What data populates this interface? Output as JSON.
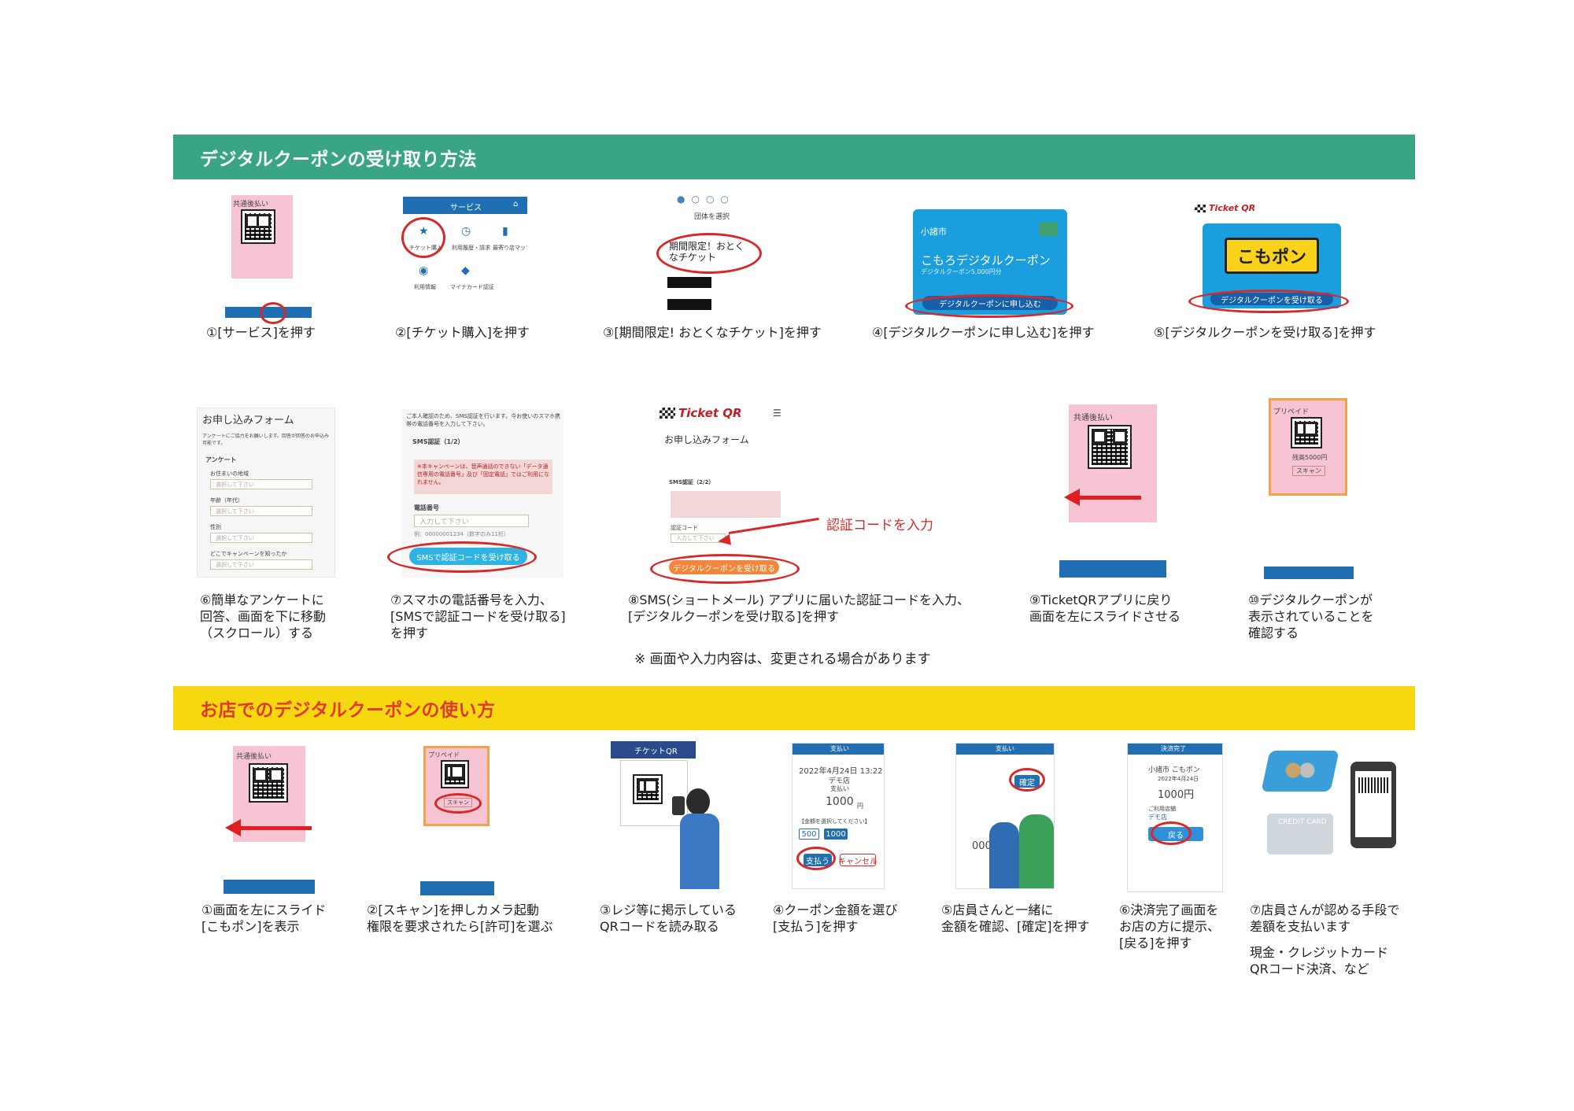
{
  "section1": {
    "title": "デジタルクーポンの受け取り方法",
    "steps": [
      {
        "caption": "①[サービス]を押す"
      },
      {
        "caption": "②[チケット購入]を押す"
      },
      {
        "caption": "③[期間限定! おとくなチケット]を押す"
      },
      {
        "caption": "④[デジタルクーポンに申し込む]を押す"
      },
      {
        "caption": "⑤[デジタルクーポンを受け取る]を押す"
      },
      {
        "caption_lines": [
          "⑥簡単なアンケートに",
          "回答、画面を下に移動",
          "（スクロール）する"
        ]
      },
      {
        "caption_lines": [
          "⑦スマホの電話番号を入力、",
          "[SMSで認証コードを受け取る]",
          "を押す"
        ]
      },
      {
        "caption_lines": [
          "⑧SMS(ショートメール) アプリに届いた認証コードを入力、",
          "[デジタルクーポンを受け取る]を押す"
        ]
      },
      {
        "caption_lines": [
          "⑨TicketQRアプリに戻り",
          "画面を左にスライドさせる"
        ]
      },
      {
        "caption_lines": [
          "⑩デジタルクーポンが",
          "表示されていることを",
          "確認する"
        ]
      }
    ],
    "note": "※ 画面や入力内容は、変更される場合があります",
    "annotation": "認証コードを入力"
  },
  "section2": {
    "title": "お店でのデジタルクーポンの使い方",
    "steps": [
      {
        "caption_lines": [
          "①画面を左にスライド",
          "[こもポン]を表示"
        ]
      },
      {
        "caption_lines": [
          "②[スキャン]を押しカメラ起動",
          "権限を要求されたら[許可]を選ぶ"
        ]
      },
      {
        "caption_lines": [
          "③レジ等に掲示している",
          "QRコードを読み取る"
        ]
      },
      {
        "caption_lines": [
          "④クーポン金額を選び",
          "[支払う]を押す"
        ]
      },
      {
        "caption_lines": [
          "⑤店員さんと一緒に",
          "金額を確認、[確定]を押す"
        ]
      },
      {
        "caption_lines": [
          "⑥決済完了画面を",
          "お店の方に提示、",
          "[戻る]を押す"
        ]
      },
      {
        "caption_lines": [
          "⑦店員さんが認める手段で",
          "差額を支払います"
        ]
      }
    ],
    "extra_lines": [
      "現金・クレジットカード",
      "QRコード決済、など"
    ]
  },
  "screens": {
    "s1_card_label": "共通後払い",
    "s2_header": "サービス",
    "s2_items": [
      "チケット購入",
      "利用履歴・請求",
      "最寄り店マップ",
      "利用情報",
      "マイナカード認証"
    ],
    "s3_label": "団体を選択",
    "s3_ticket": "期間限定！おとくなチケット",
    "s4_city": "小諸市",
    "s4_title": "こもろデジタルクーポン",
    "s4_sub": "デジタルクーポン5,000円分",
    "s4_button": "デジタルクーポンに申し込む",
    "s5_logo": "Ticket QR",
    "s5_brand": "こもポン",
    "s5_button": "デジタルクーポンを受け取る",
    "s6_title": "お申し込みフォーム",
    "s6_intro": "アンケートにご協力をお願いします。回答が回答のお申込み可能です。",
    "s6_section": "アンケート",
    "s6_fields": [
      "お住まいの地域",
      "年齢（年代）",
      "性別",
      "どこでキャンペーンを知ったか"
    ],
    "s6_placeholder": "選択して下さい",
    "s7_intro": "ご本人確認のため、SMS認証を行います。今お使いのスマホ携帯の電話番号を入力して下さい。",
    "s7_step": "SMS認証（1/2）",
    "s7_warning": "※本キャンペーンは、音声通話のできない「データ通信専用の電話番号」及び「固定電話」ではご利用になれません。",
    "s7_label": "電話番号",
    "s7_placeholder": "入力して下さい",
    "s7_example": "例：00000001234（数字のみ11桁）",
    "s7_button": "SMSで認証コードを受け取る",
    "s8_logo": "Ticket QR",
    "s8_title": "お申し込みフォーム",
    "s8_step": "SMS認証（2/2）",
    "s8_label": "認証コード",
    "s8_placeholder": "入力して下さい",
    "s8_button": "デジタルクーポンを受け取る",
    "s10_label": "プリペイド",
    "s10_amount": "残高5000円",
    "s10_scan": "スキャン",
    "b3_header": "チケットQR",
    "b4_header": "支払い",
    "b4_date": "2022年4月24日 13:22",
    "b4_store": "デモ店",
    "b4_label": "支払い",
    "b4_amount": "1000",
    "b4_unit": "円",
    "b4_choose": "【金額を選択してください】",
    "b4_opts": [
      "500",
      "1000"
    ],
    "b4_pay": "支払う",
    "b4_cancel": "キャンセル",
    "b5_confirm": "確定",
    "b6_header": "決済完了",
    "b6_store": "小諸市 こもポン",
    "b6_date": "2022年4月24日",
    "b6_amount": "1000円",
    "b6_shop_label": "ご利用店舗",
    "b6_shop": "デモ店",
    "b6_back": "戻る",
    "b7_card": "CREDIT CARD"
  }
}
